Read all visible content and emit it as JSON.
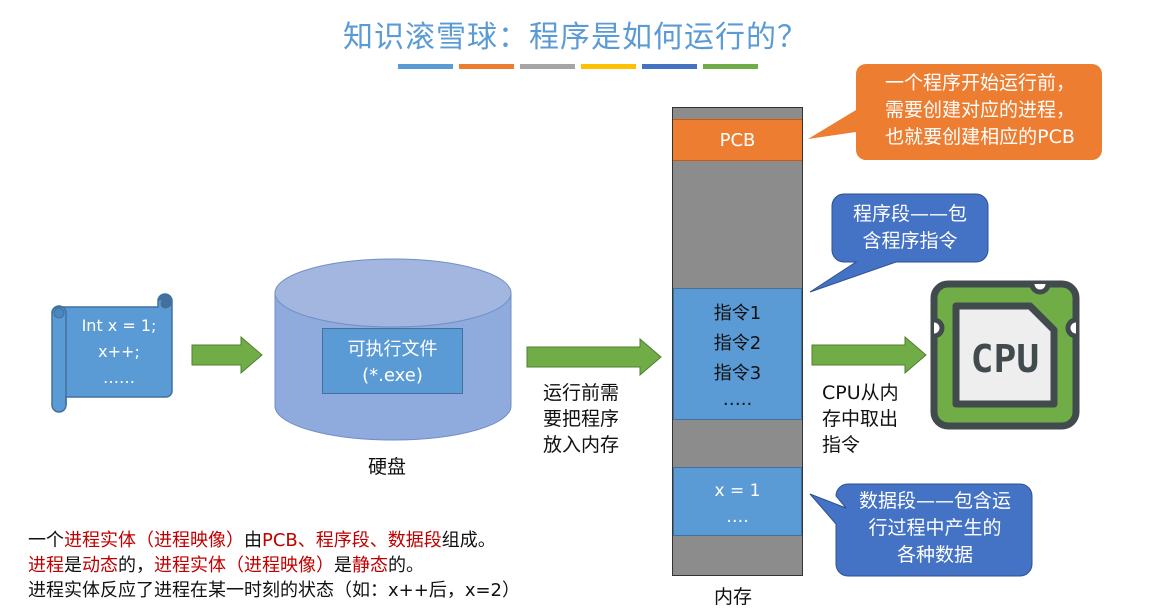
{
  "title": "知识滚雪球：程序是如何运行的？",
  "title_bar_colors": [
    "#5b9bd5",
    "#ed7d31",
    "#a5a5a5",
    "#ffc000",
    "#4472c4",
    "#70ad47"
  ],
  "colors": {
    "arrow": "#70ad47",
    "memory_bg": "#8c8c8c",
    "pcb": "#ed7d31",
    "segment": "#5b9bd5",
    "bubble_blue": "#4472c4",
    "bubble_orange": "#ed7d31",
    "disk": "#8faadc",
    "highlight_red": "#c00000"
  },
  "source_code": {
    "lines": [
      "Int x = 1;",
      "x++;",
      "……"
    ]
  },
  "disk": {
    "file_label": "可执行文件",
    "file_ext": "(*.exe)",
    "caption": "硬盘"
  },
  "load_caption": [
    "运行前需",
    "要把程序",
    "放入内存"
  ],
  "memory": {
    "caption": "内存",
    "pcb_label": "PCB",
    "code_lines": [
      "指令1",
      "指令2",
      "指令3",
      "….."
    ],
    "data_lines": [
      "x = 1",
      "…."
    ]
  },
  "fetch_caption": [
    "CPU从内",
    "存中取出",
    "指令"
  ],
  "cpu_icon_label": "CPU",
  "bubbles": {
    "pcb": [
      "一个程序开始运行前，",
      "需要创建对应的进程，",
      "也就要创建相应的PCB"
    ],
    "code": [
      "程序段——包",
      "含程序指令"
    ],
    "data": [
      "数据段——包含运",
      "行过程中产生的",
      "各种数据"
    ]
  },
  "notes": {
    "line1": [
      {
        "text": "一个",
        "red": false
      },
      {
        "text": "进程实体（进程映像）",
        "red": true
      },
      {
        "text": "由",
        "red": false
      },
      {
        "text": "PCB、程序段、数据段",
        "red": true
      },
      {
        "text": "组成。",
        "red": false
      }
    ],
    "line2": [
      {
        "text": "进程",
        "red": true
      },
      {
        "text": "是",
        "red": false
      },
      {
        "text": "动态",
        "red": true
      },
      {
        "text": "的，",
        "red": false
      },
      {
        "text": "进程实体（进程映像）",
        "red": true
      },
      {
        "text": "是",
        "red": false
      },
      {
        "text": "静态",
        "red": true
      },
      {
        "text": "的。",
        "red": false
      }
    ],
    "line3": [
      {
        "text": "进程实体反应了进程在某一时刻的状态（如：x++后，x=2）",
        "red": false
      }
    ]
  }
}
